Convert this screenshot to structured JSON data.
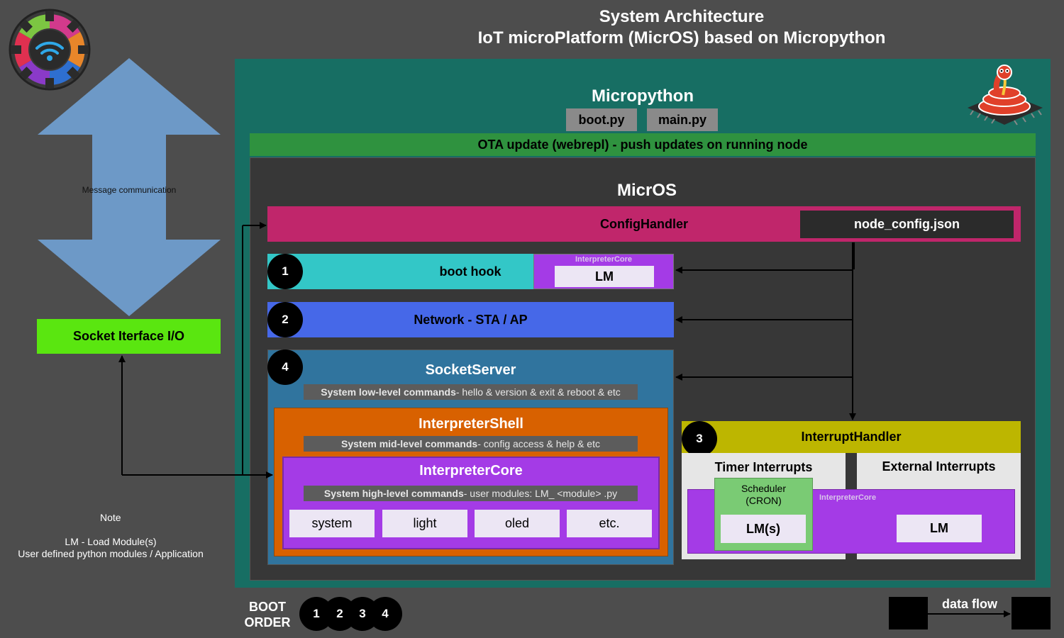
{
  "title": {
    "line1": "System Architecture",
    "line2": "IoT microPlatform (MicrOS) based on Micropython"
  },
  "left": {
    "message_arrow_label": "Message communication",
    "socket_io": "Socket Iterface I/O",
    "note_title": "Note",
    "note_line1": "LM - Load Module(s)",
    "note_line2": "User defined python modules / Application"
  },
  "micropython": {
    "title": "Micropython",
    "files": [
      "boot.py",
      "main.py"
    ],
    "ota": "OTA update (webrepl) - push updates on running node"
  },
  "micros": {
    "title": "MicrOS",
    "config_handler": "ConfigHandler",
    "node_config": "node_config.json",
    "boot_hook": {
      "num": "1",
      "label": "boot hook",
      "core_label": "InterpreterCore",
      "lm": "LM"
    },
    "network": {
      "num": "2",
      "label": "Network - STA / AP"
    },
    "socket_server": {
      "num": "4",
      "label": "SocketServer",
      "cmd_bold": "System low-level commands",
      "cmd_rest": " - hello & version & exit & reboot & etc"
    },
    "interpreter_shell": {
      "label": "InterpreterShell",
      "cmd_bold": "System mid-level commands",
      "cmd_rest": " - config access & help & etc"
    },
    "interpreter_core": {
      "label": "InterpreterCore",
      "cmd_bold": "System high-level commands",
      "cmd_rest": " - user modules: LM_ <module> .py",
      "modules": [
        "system",
        "light",
        "oled",
        "etc."
      ]
    },
    "interrupt_handler": {
      "num": "3",
      "label": "InterruptHandler",
      "timer": "Timer Interrupts",
      "external": "External Interrupts",
      "core_label": "InterpreterCore",
      "scheduler_line1": "Scheduler",
      "scheduler_line2": "(CRON)",
      "lms": "LM(s)",
      "lm": "LM"
    }
  },
  "boot_order": {
    "line1": "BOOT",
    "line2": "ORDER",
    "nums": [
      "1",
      "2",
      "3",
      "4"
    ]
  },
  "legend": {
    "data_flow": "data flow"
  },
  "colors": {
    "background": "#4d4d4d",
    "micropython": "#176e63",
    "ota": "#2f923f",
    "micros": "#373737",
    "config_handler": "#c0266b",
    "boot_hook": "#33c7c7",
    "interpreter_core": "#a43be6",
    "network": "#4668e8",
    "socket_server": "#30749e",
    "interpreter_shell": "#d86100",
    "interrupt_handler": "#bdb600",
    "socket_io": "#5ae610",
    "message_arrow": "#6d99c7",
    "scheduler": "#7acb74"
  },
  "icons": [
    "microos-gear-wifi-logo",
    "micropython-snake-chip-logo"
  ]
}
